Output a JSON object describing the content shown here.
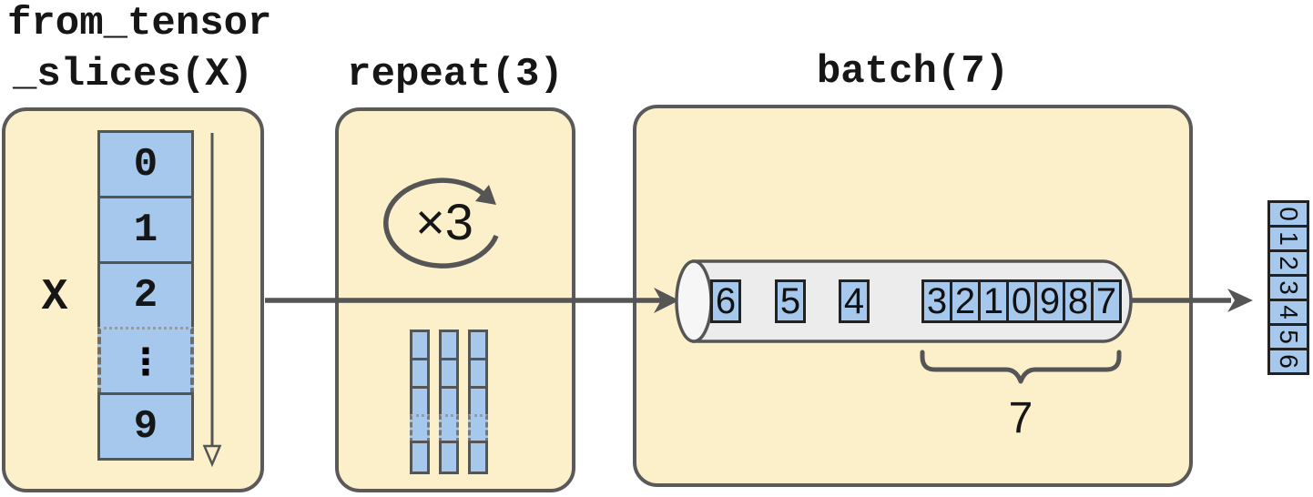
{
  "diagram": {
    "stage_slices": {
      "title_line1": "from_tensor",
      "title_line2": "_slices(X)",
      "x_label": "X",
      "cells": [
        "0",
        "1",
        "2",
        "⋮",
        "9"
      ]
    },
    "stage_repeat": {
      "title": "repeat(3)",
      "loop_label": "×3",
      "mini_column_count": 3
    },
    "stage_batch": {
      "title": "batch(7)",
      "queue_singles": [
        "6",
        "5",
        "4"
      ],
      "queue_group": [
        "3",
        "2",
        "1",
        "0",
        "9",
        "8",
        "7"
      ],
      "brace_label": "7"
    },
    "output_batch": {
      "cells": [
        "0",
        "1",
        "2",
        "3",
        "4",
        "5",
        "6"
      ]
    },
    "colors": {
      "box_fill": "#fcf0ca",
      "cell_fill": "#a6c8ec",
      "stroke_gray": "#555555",
      "cylinder_fill": "#ececec"
    }
  }
}
